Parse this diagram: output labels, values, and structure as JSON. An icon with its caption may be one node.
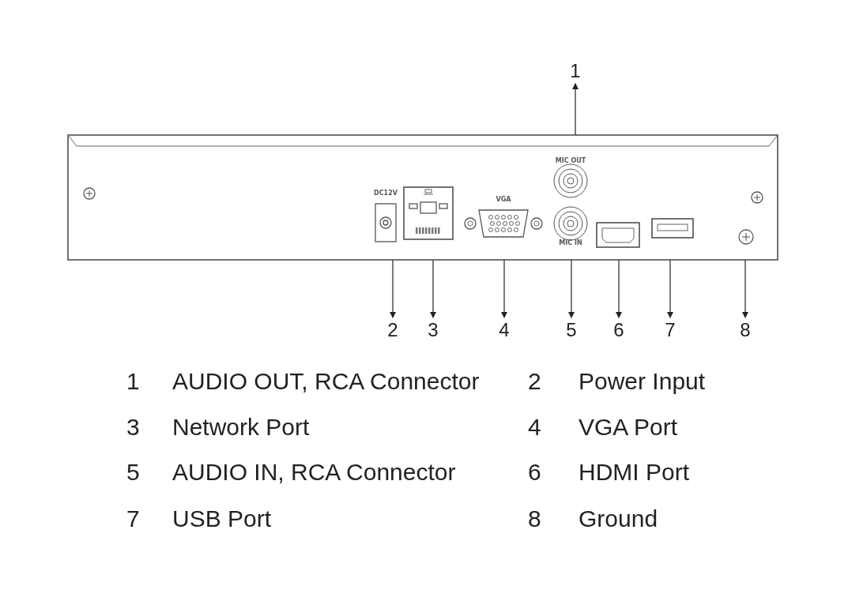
{
  "diagram": {
    "nodes": [
      {
        "text": [
          "1"
        ]
      },
      {
        "text": [],
        "shape": "box"
      },
      {
        "text": [
          "DC12V"
        ],
        "in": 1
      },
      {
        "text": [],
        "shape": "box",
        "in": 1
      },
      {
        "text": [
          "VGA"
        ],
        "in": 1
      },
      {
        "text": [
          "MIC OUT"
        ],
        "in": 1
      },
      {
        "text": [
          "MIC IN"
        ],
        "in": 1
      },
      {
        "text": [],
        "shape": "box",
        "in": 1
      },
      {
        "text": [],
        "shape": "box",
        "in": 1
      },
      {
        "text": [],
        "shape": "circle",
        "in": 1
      },
      {
        "text": [
          "2"
        ]
      },
      {
        "text": [
          "3"
        ]
      },
      {
        "text": [
          "4"
        ]
      },
      {
        "text": [
          "5"
        ]
      },
      {
        "text": [
          "6"
        ]
      },
      {
        "text": [
          "7"
        ]
      },
      {
        "text": [
          "8"
        ]
      }
    ],
    "edges": [
      {
        "from": 5,
        "to": 0,
        "arrow": "to"
      },
      {
        "from": 2,
        "to": 10,
        "arrow": "to"
      },
      {
        "from": 3,
        "to": 11,
        "arrow": "to"
      },
      {
        "from": 4,
        "to": 12,
        "arrow": "to"
      },
      {
        "from": 6,
        "to": 13,
        "arrow": "to"
      },
      {
        "from": 7,
        "to": 14,
        "arrow": "to"
      },
      {
        "from": 8,
        "to": 15,
        "arrow": "to"
      },
      {
        "from": 9,
        "to": 16,
        "arrow": "to"
      }
    ],
    "labels": [
      "1",
      "AUDIO OUT, RCA Connector",
      "2",
      "Power Input",
      "3",
      "Network Port",
      "4",
      "VGA Port",
      "5",
      "AUDIO IN, RCA Connector",
      "6",
      "HDMI Port",
      "7",
      "USB Port",
      "8",
      "Ground"
    ]
  }
}
